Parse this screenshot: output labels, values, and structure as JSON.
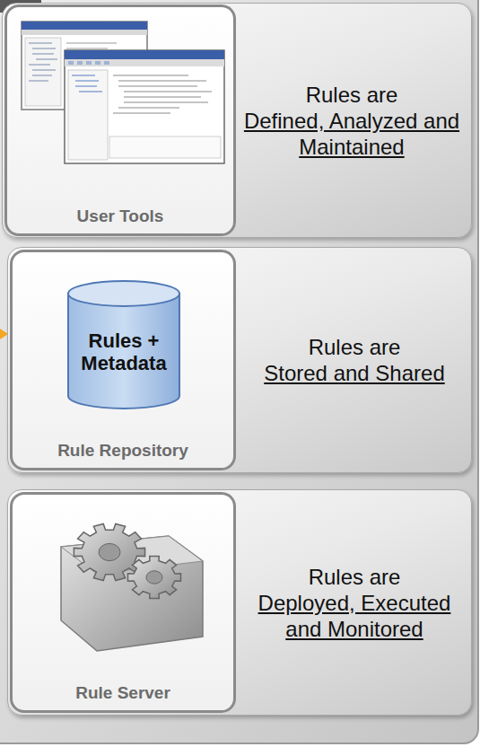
{
  "diagram": {
    "nodes": [
      {
        "text": [
          "Rules are",
          "Defined, Analyzed and Maintained"
        ]
      },
      {
        "text": [
          "User Tools"
        ],
        "in": 0
      },
      {
        "text": [
          "Rules are",
          "Stored and Shared"
        ]
      },
      {
        "text": [
          "Rule Repository"
        ],
        "in": 2
      },
      {
        "text": [
          "Rules + Metadata"
        ],
        "in": 3
      },
      {
        "text": [
          "Rules are",
          "Deployed, Executed and Monitored"
        ]
      },
      {
        "text": [
          "Rule Server"
        ],
        "in": 5
      }
    ]
  }
}
